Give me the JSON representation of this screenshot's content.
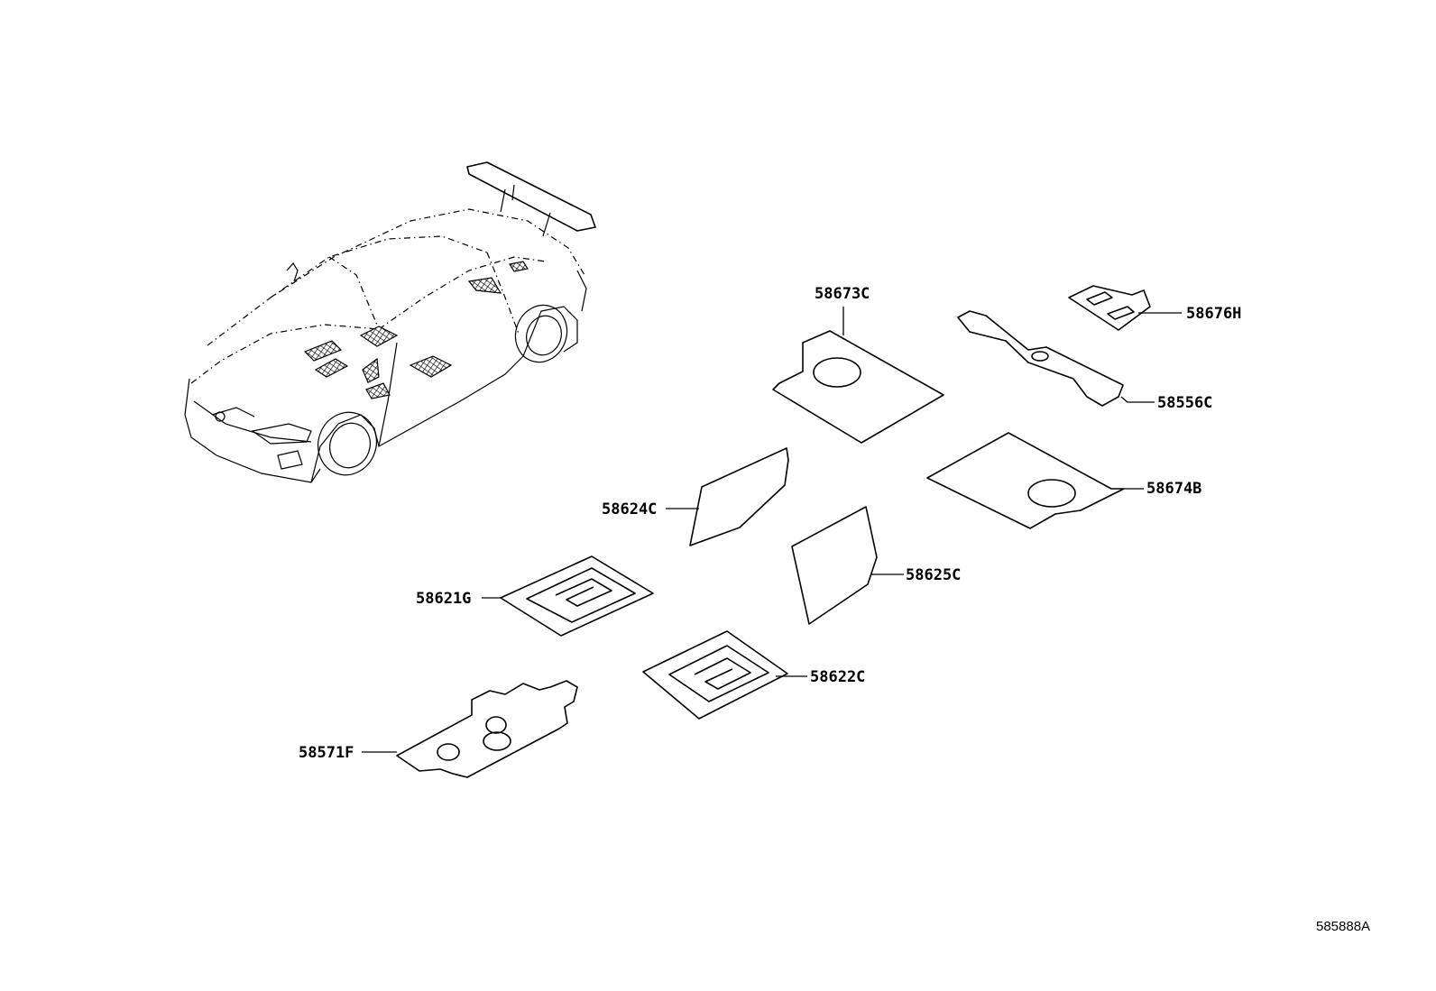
{
  "diagram": {
    "reference_code": "585888A",
    "parts": [
      {
        "id": "58673C",
        "label": "58673C"
      },
      {
        "id": "58676H",
        "label": "58676H"
      },
      {
        "id": "58556C",
        "label": "58556C"
      },
      {
        "id": "58674B",
        "label": "58674B"
      },
      {
        "id": "58624C",
        "label": "58624C"
      },
      {
        "id": "58625C",
        "label": "58625C"
      },
      {
        "id": "58621G",
        "label": "58621G"
      },
      {
        "id": "58622C",
        "label": "58622C"
      },
      {
        "id": "58571F",
        "label": "58571F"
      }
    ]
  }
}
